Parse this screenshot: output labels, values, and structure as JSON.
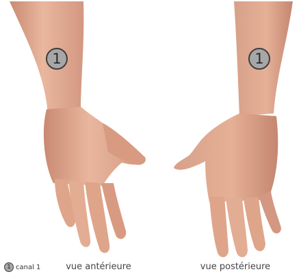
{
  "figure": {
    "views": [
      {
        "id": "anterior",
        "marker": "1",
        "caption": "vue antérieure"
      },
      {
        "id": "posterior",
        "marker": "1",
        "caption": "vue postérieure"
      }
    ],
    "legend": {
      "marker": "1",
      "label": "canal 1"
    },
    "colors": {
      "skin_light": "#e9b79e",
      "skin_mid": "#d99a82",
      "skin_shadow": "#b87a66",
      "marker_fill": "#a7a7a7",
      "marker_stroke": "#3d3d3d"
    }
  }
}
